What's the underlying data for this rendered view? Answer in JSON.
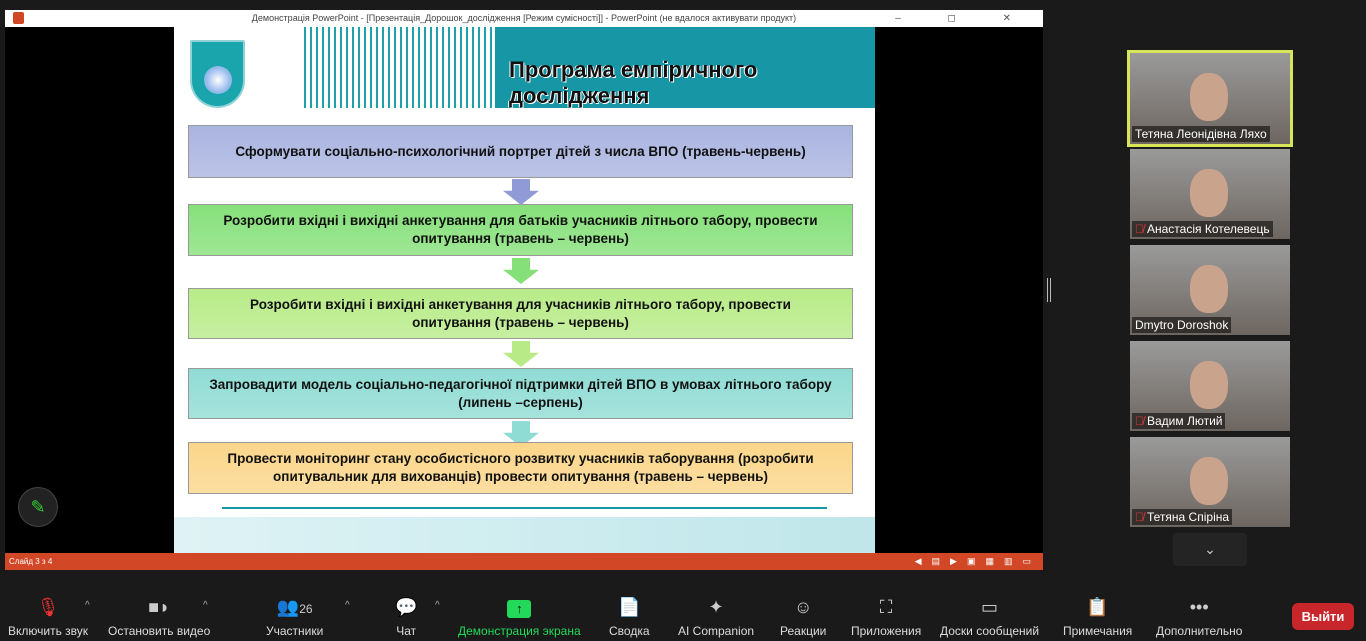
{
  "window": {
    "title": "Демонстрація PowerPoint - [Презентація_Дорошок_дослідження [Режим сумісності]] - PowerPoint (не вдалося активувати продукт)",
    "controls": "–  ◻  ✕"
  },
  "slide": {
    "title": "Програма емпіричного дослідження",
    "steps": [
      {
        "text": "Сформувати соціально-психологічний портрет дітей з числа ВПО (травень-червень)",
        "color": "#aab4e0"
      },
      {
        "text": "Розробити вхідні і вихідні анкетування для батьків учасників літнього табору, провести опитування (травень – червень)",
        "color": "#86e07a"
      },
      {
        "text": "Розробити вхідні і вихідні анкетування для учасників літнього табору, провести опитування (травень – червень)",
        "color": "#b8eb88"
      },
      {
        "text": "Запровадити модель соціально-педагогічної  підтримки дітей ВПО в умовах літнього табору (липень –серпень)",
        "color": "#8fdcd4"
      },
      {
        "text": "Провести моніторинг стану особистісного розвитку учасників таборування (розробити опитувальник для вихованців) провести опитування (травень – червень)",
        "color": "#fbd68a"
      }
    ]
  },
  "status": {
    "slide_counter": "Слайд 3 з 4"
  },
  "participants": [
    {
      "name": "Тетяна Леонідівна Ляхо",
      "muted": false,
      "active": true
    },
    {
      "name": "Анастасія Котелевець",
      "muted": true
    },
    {
      "name": "Dmytro Doroshok",
      "muted": false
    },
    {
      "name": "Вадим Лютий",
      "muted": true
    },
    {
      "name": "Тетяна Спіріна",
      "muted": true
    }
  ],
  "toolbar": {
    "unmute": "Включить звук",
    "video": "Остановить видео",
    "participants": "Участники",
    "participants_count": "26",
    "chat": "Чат",
    "share": "Демонстрация экрана",
    "summary": "Сводка",
    "ai": "AI Companion",
    "reactions": "Реакции",
    "apps": "Приложения",
    "whiteboards": "Доски сообщений",
    "notes": "Примечания",
    "more": "Дополнительно",
    "leave": "Выйти"
  },
  "colors": {
    "accent": "#d24726",
    "share_green": "#23d959",
    "leave_red": "#c8262a",
    "active_border": "#d7e55a"
  }
}
